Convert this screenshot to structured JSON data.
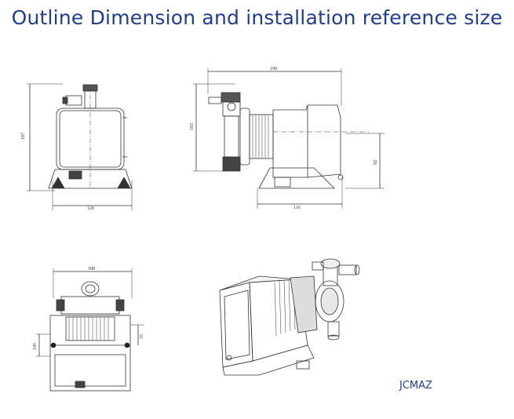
{
  "header": {
    "title": "Outline Dimension and installation reference size"
  },
  "brand": {
    "label": "JCMAZ"
  },
  "dimensions": {
    "front_height": "187",
    "front_width": "120",
    "side_length": "198",
    "side_height": "183",
    "side_base": "116",
    "side_small": "82",
    "top_width": "188",
    "top_left": "145",
    "top_right": "55"
  }
}
